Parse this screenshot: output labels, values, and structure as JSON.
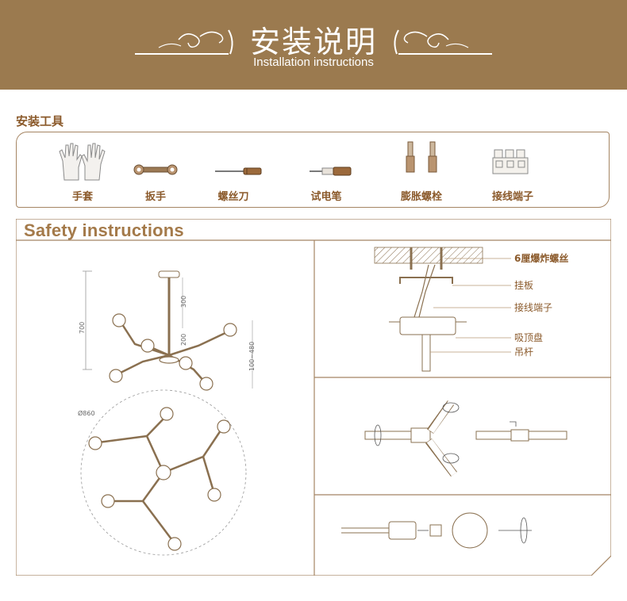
{
  "banner": {
    "title": "安装说明",
    "subtitle": "Installation instructions",
    "color": "#9b7a4f"
  },
  "tools": {
    "heading": "安装工具",
    "items": [
      {
        "label": "手套",
        "icon": "gloves-icon"
      },
      {
        "label": "扳手",
        "icon": "wrench-icon"
      },
      {
        "label": "螺丝刀",
        "icon": "screwdriver-icon"
      },
      {
        "label": "试电笔",
        "icon": "test-pen-icon"
      },
      {
        "label": "膨胀螺栓",
        "icon": "expansion-bolt-icon"
      },
      {
        "label": "接线端子",
        "icon": "terminal-block-icon"
      }
    ]
  },
  "safety": {
    "title": "Safety  instructions",
    "dimensions": {
      "height_total": "700",
      "rod_upper": "300",
      "rod_lower": "200",
      "drop_range": "100~480",
      "diameter": "Ø860"
    },
    "callouts": [
      "6厘爆炸螺丝",
      "挂板",
      "接线端子",
      "吸顶盘",
      "吊杆"
    ]
  },
  "accent_color": "#a58563"
}
